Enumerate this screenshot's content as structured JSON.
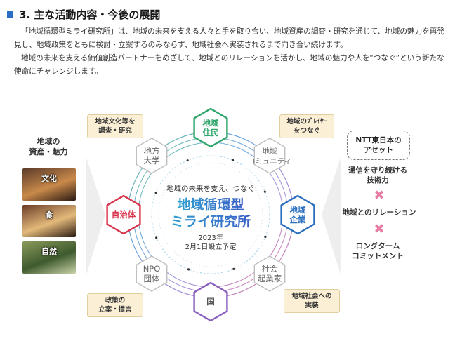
{
  "section": {
    "title": "3. 主な活動内容・今後の展開",
    "paragraph1": "「地域循環型ミライ研究所」は、地域の未来を支える人々と手を取り合い、地域資産の調査・研究を通じて、地域の魅力を再発見し、地域政策をともに検討・立案するのみならず、地域社会へ実装されるまで向き合い続けます。",
    "paragraph2": "地域の未来を支える価値創造パートナーをめざして、地域とのリレーションを活かし、地域の魅力や人を“つなぐ”という新たな使命にチャレンジします。"
  },
  "left_panel": {
    "title": "地域の\n資産・魅力",
    "photos": [
      {
        "label": "文化",
        "colors": [
          "#5a3a2a",
          "#c98a4a",
          "#2a1a14"
        ]
      },
      {
        "label": "食",
        "colors": [
          "#6a3c28",
          "#e3b97a",
          "#2b1b12"
        ]
      },
      {
        "label": "自然",
        "colors": [
          "#8a9a5a",
          "#3e5a2e",
          "#c9d3a8"
        ]
      }
    ]
  },
  "center": {
    "subtitle": "地域の未来を支え、つなぐ",
    "title_line1": "地域循環型",
    "title_line2": "ミライ研究所",
    "date_line1": "2023年",
    "date_line2": "2月1日設立予定"
  },
  "hexagons": [
    {
      "label": [
        "地域",
        "住民"
      ],
      "style": "green"
    },
    {
      "label": [
        "地域",
        "コミュニティ"
      ],
      "style": "gray"
    },
    {
      "label": [
        "地域",
        "企業"
      ],
      "style": "blue"
    },
    {
      "label": [
        "社会",
        "起業家"
      ],
      "style": "gray"
    },
    {
      "label": [
        "国"
      ],
      "style": "purple"
    },
    {
      "label": [
        "NPO",
        "団体"
      ],
      "style": "gray"
    },
    {
      "label": [
        "自治体"
      ],
      "style": "red"
    },
    {
      "label": [
        "地方",
        "大学"
      ],
      "style": "gray"
    }
  ],
  "tags": {
    "top_left": "地域文化等を\n調査・研究",
    "top_right": "地域のﾌﾟﾚｲﾔｰ\nをつなぐ",
    "bottom_left": "政策の\n立案・提言",
    "bottom_right": "地域社会への\n実装"
  },
  "right_panel": {
    "title": "NTT東日本の\nアセット",
    "items": [
      "通信を守り続ける\n技術力",
      "地域とのリレーション",
      "ロングターム\nコミットメント"
    ],
    "cross": "✖"
  },
  "colors": {
    "green": "#2ea56b",
    "blue": "#2a6fbf",
    "red": "#d8334a",
    "purple": "#8a5fc0",
    "gray_text": "#666666",
    "accent": "#2b6cc4"
  }
}
